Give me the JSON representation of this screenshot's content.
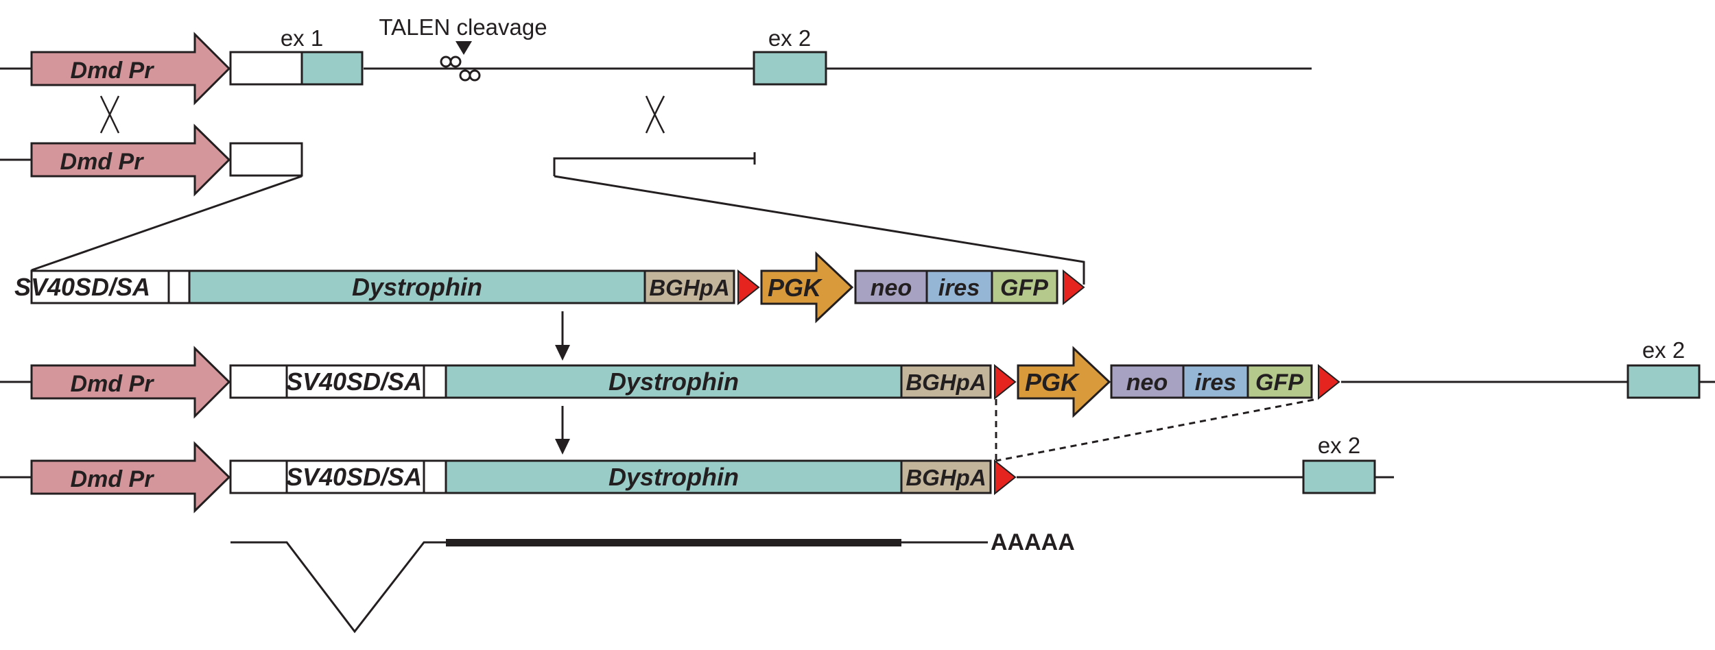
{
  "colors": {
    "promoter": "#D4969A",
    "exon": "#99CCC7",
    "bghpa": "#C2B59B",
    "pgk": "#D99A3C",
    "neo": "#A7A1C2",
    "ires": "#96B6D6",
    "gfp": "#B5C98C",
    "loxp": "#E52420",
    "line": "#231F20",
    "white": "#FFFFFF"
  },
  "labels": {
    "promoter": "Dmd Pr",
    "exon1": "ex 1",
    "exon2": "ex 2",
    "talen": "TALEN cleavage",
    "sv40": "SV40SD/SA",
    "dystrophin": "Dystrophin",
    "bghpa": "BGHpA",
    "pgk": "PGK",
    "neo": "neo",
    "ires": "ires",
    "gfp": "GFP",
    "polya": "AAAAA"
  },
  "icons": {
    "crossover": "crossover-x-icon",
    "loxp": "loxp-site-icon",
    "talen": "talen-cleavage-icon",
    "arrow": "down-arrow-icon"
  }
}
